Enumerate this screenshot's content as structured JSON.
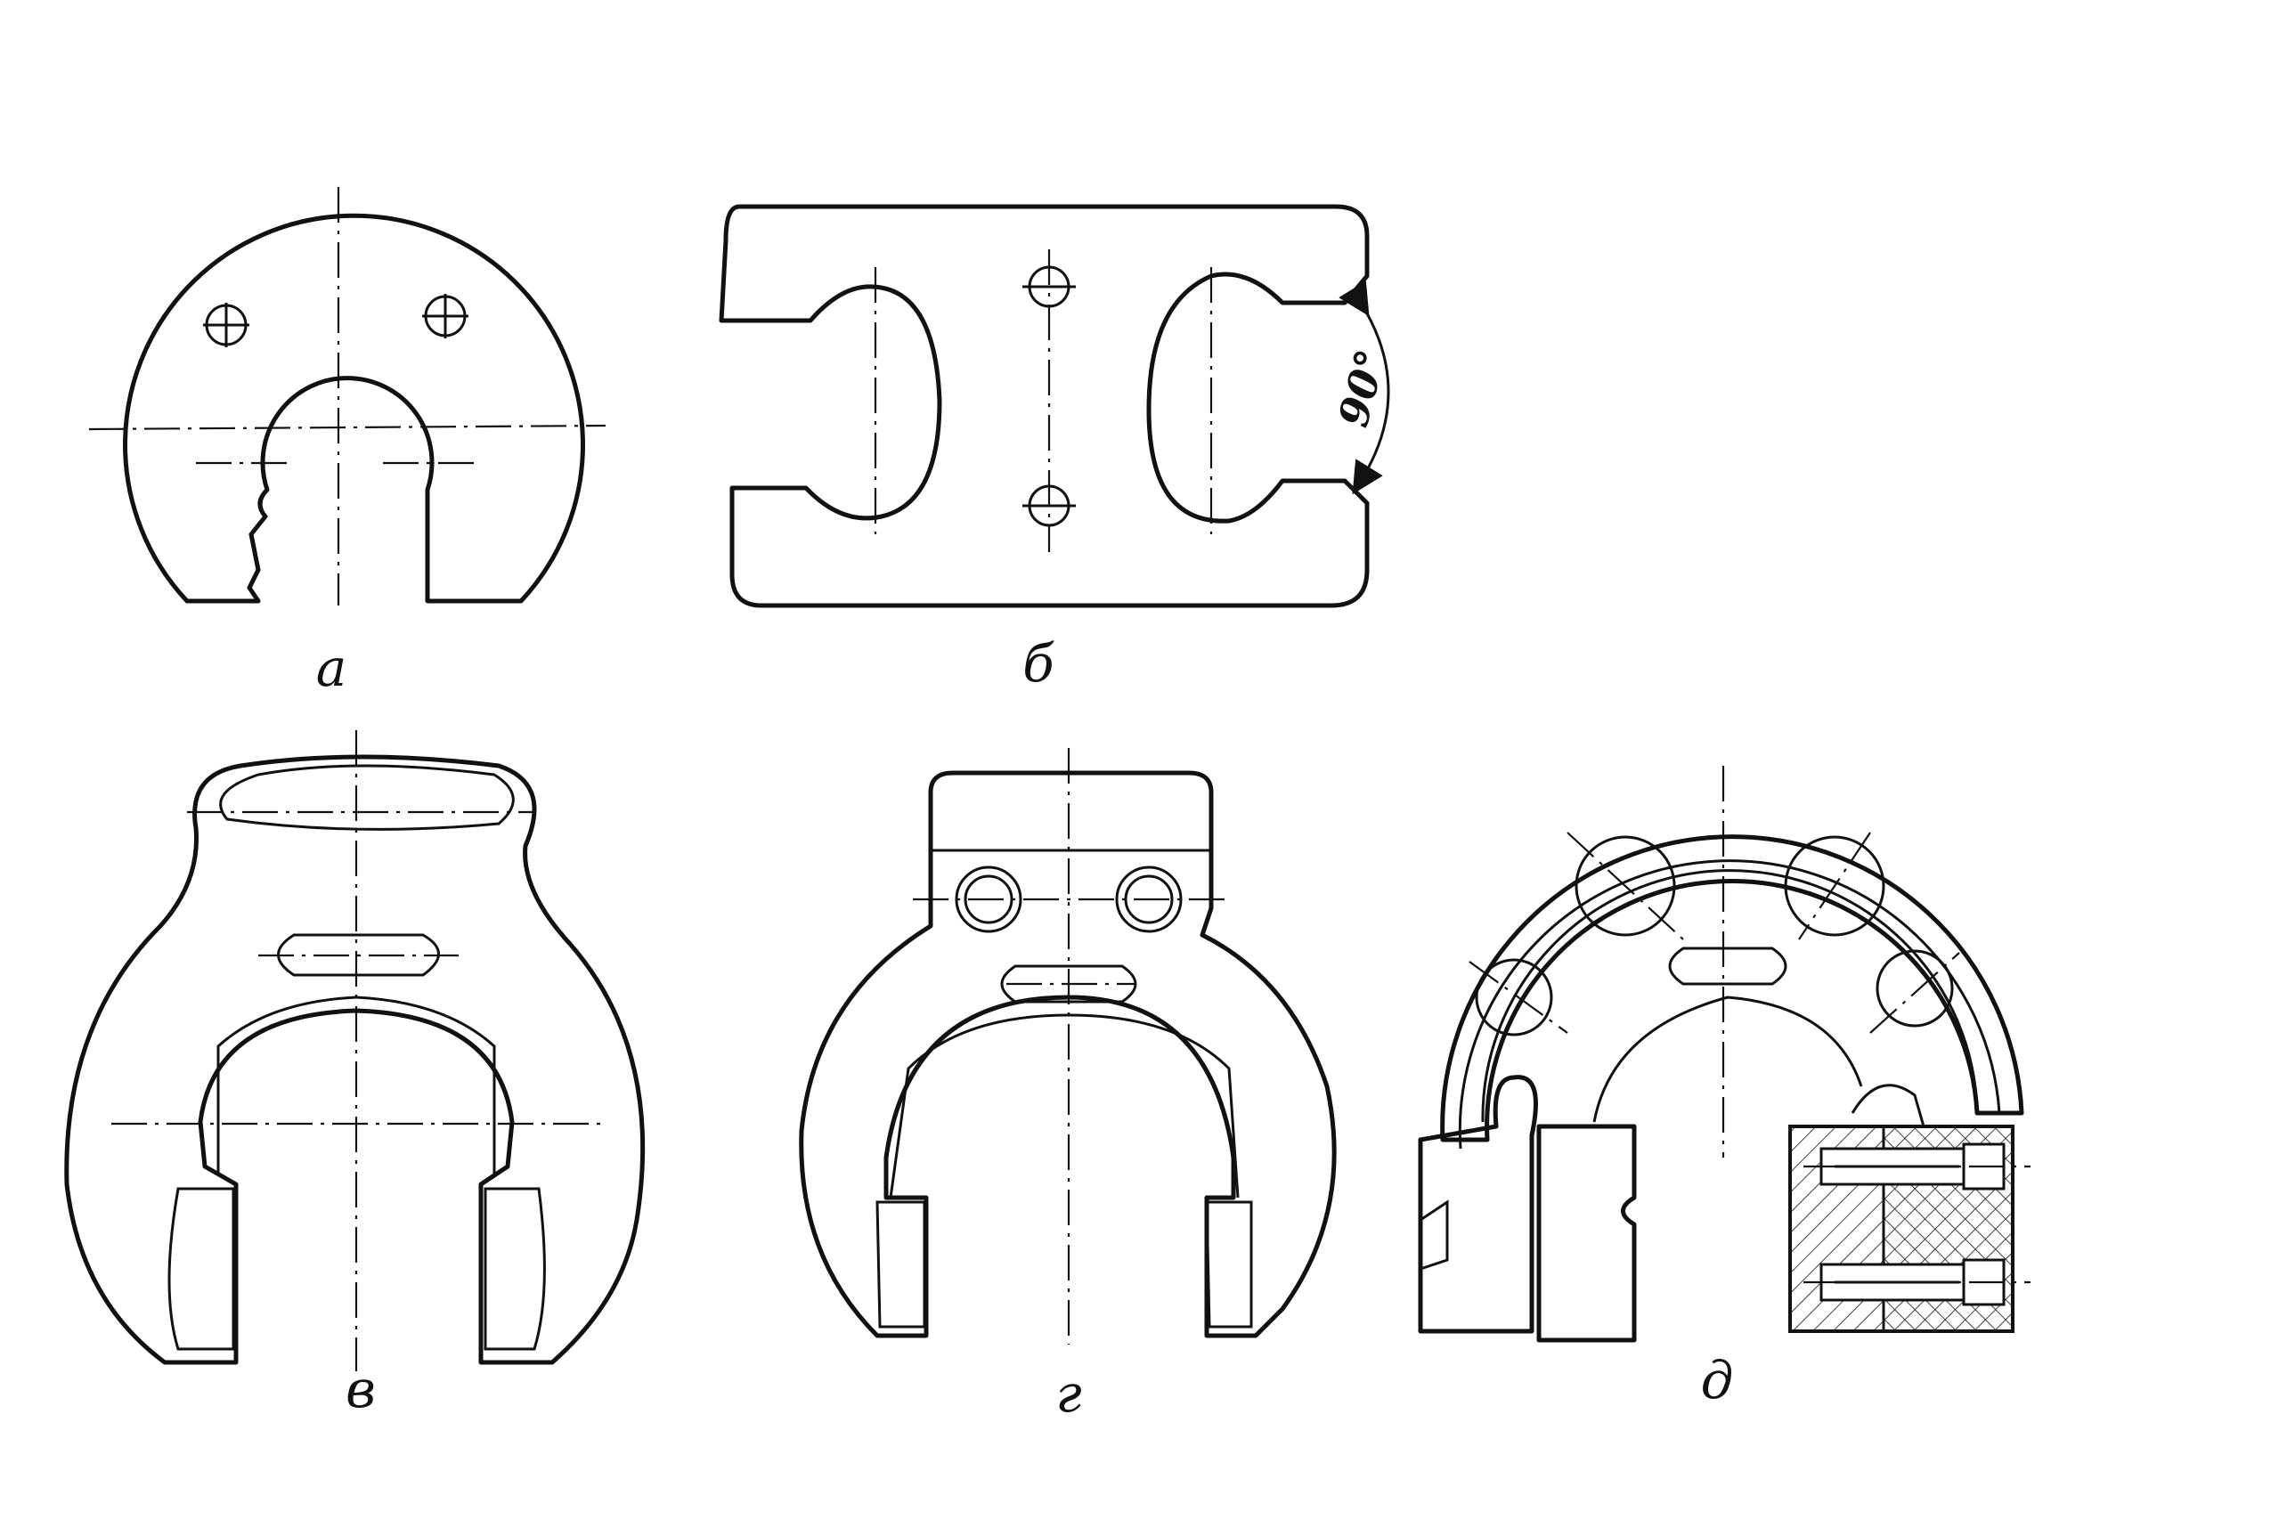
{
  "figures": [
    {
      "id": "a",
      "label": "а"
    },
    {
      "id": "b",
      "label": "б",
      "angle_annotation": "90°"
    },
    {
      "id": "v",
      "label": "в"
    },
    {
      "id": "g",
      "label": "г"
    },
    {
      "id": "d",
      "label": "д"
    }
  ],
  "colors": {
    "ink": "#111111",
    "paper": "#ffffff"
  }
}
